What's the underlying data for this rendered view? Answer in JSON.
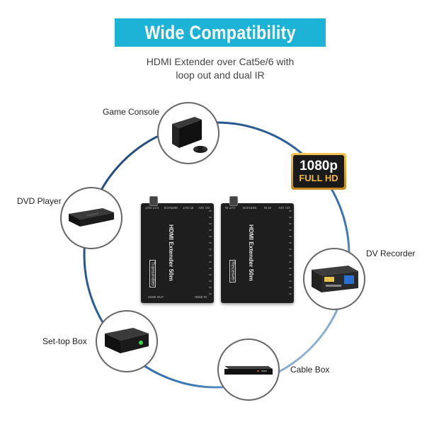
{
  "header": {
    "title": "Wide Compatibility",
    "subtitle_line1": "HDMI Extender over Cat5e/6 with",
    "subtitle_line2": "loop out and dual IR"
  },
  "badge": {
    "resolution": "1080p",
    "label": "FULL HD"
  },
  "devices": {
    "game_console": "Game Console",
    "dvd_player": "DVD Player",
    "dv_recorder": "DV Recorder",
    "settop_box": "Set-top Box",
    "cable_box": "Cable Box"
  },
  "transmitter": {
    "name": "HDMI Extender 50m",
    "role": "Transmitter",
    "top_ports": [
      "DC 12V",
      "IR OUT",
      "SERVICE",
      "CAT OUT"
    ],
    "bottom_ports": [
      "HDMI OUT",
      "HDMI IN"
    ]
  },
  "receiver": {
    "name": "HDMI Extender 50m",
    "role": "Receiver",
    "top_ports": [
      "DC 12V",
      "IR IN",
      "SERVICE",
      "CAT IN"
    ]
  },
  "colors": {
    "banner": "#1cb3d6",
    "ring": "#1c3f73",
    "badge_gold": "#f3b63e"
  }
}
